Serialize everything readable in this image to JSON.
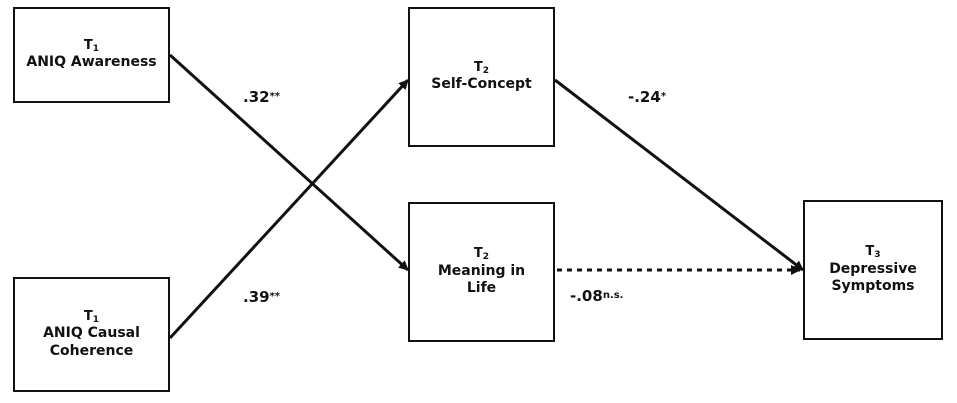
{
  "nodes": {
    "awareness": {
      "time": "T",
      "sub": "1",
      "lines": [
        "ANIQ Awareness"
      ]
    },
    "causal": {
      "time": "T",
      "sub": "1",
      "lines": [
        "ANIQ Causal",
        "Coherence"
      ]
    },
    "selfconcept": {
      "time": "T",
      "sub": "2",
      "lines": [
        "Self-Concept"
      ]
    },
    "meaning": {
      "time": "T",
      "sub": "2",
      "lines": [
        "Meaning in",
        "Life"
      ]
    },
    "depressive": {
      "time": "T",
      "sub": "3",
      "lines": [
        "Depressive",
        "Symptoms"
      ]
    }
  },
  "paths": {
    "awareness_meaning": {
      "value": ".32",
      "sig": "**"
    },
    "causal_selfconcept": {
      "value": ".39",
      "sig": "**"
    },
    "selfconcept_depressive": {
      "value": "-.24",
      "sig": "*"
    },
    "meaning_depressive": {
      "value": "-.08",
      "sig": "n.s."
    }
  }
}
